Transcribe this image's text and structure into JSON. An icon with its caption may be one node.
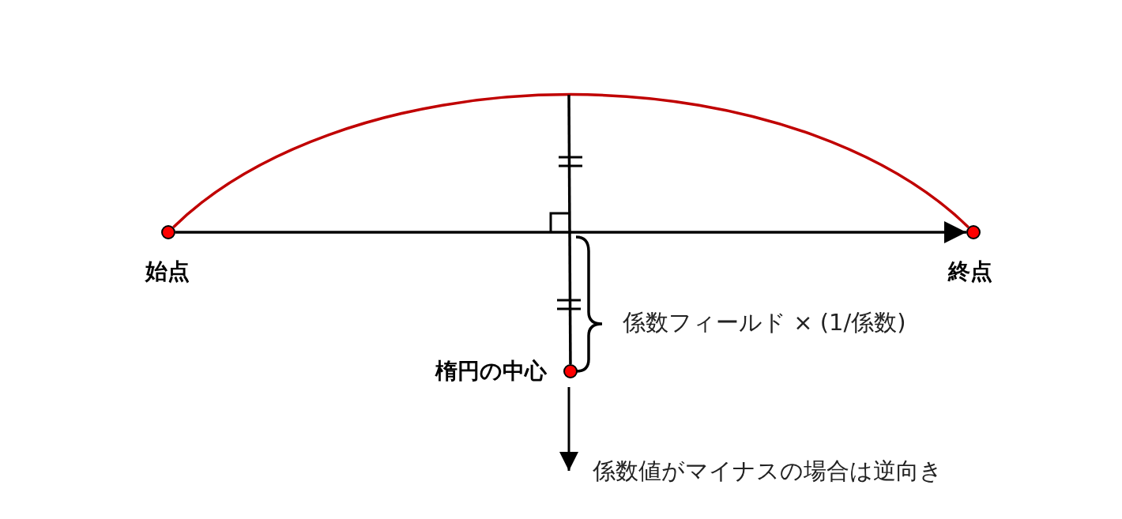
{
  "diagram": {
    "nodes": [
      {
        "text": [],
        "shape": "circle",
        "beside": [
          "始点"
        ]
      },
      {
        "text": [],
        "shape": "circle",
        "beside": [
          "終点"
        ]
      },
      {
        "text": [],
        "shape": "circle",
        "beside": [
          "楕円の中心"
        ]
      }
    ],
    "edges": [
      {
        "from": 0,
        "to": 1,
        "arrow": "to"
      },
      {
        "from": 0,
        "to": 1,
        "arrow": "none",
        "color": "#c00000"
      },
      {
        "from": null,
        "to": 2,
        "arrow": "none"
      }
    ],
    "labels": [
      "係数フィールド × (1/係数)",
      "係数値がマイナスの場合は逆向き"
    ]
  }
}
